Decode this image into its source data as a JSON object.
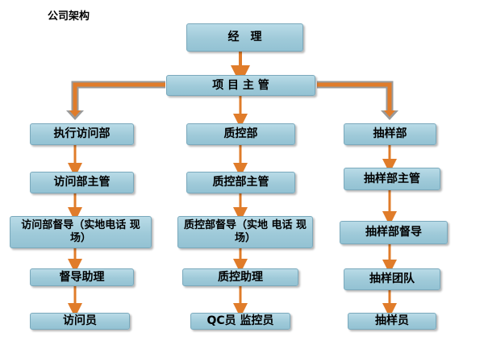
{
  "title": "公司架构",
  "colors": {
    "box_fill": "#a8d1df",
    "box_border": "#7aa9bc",
    "connector": "#e07c2a"
  },
  "nodes": {
    "manager": "经　理",
    "project_supervisor": "项 目 主 管",
    "exec_dept": "执行访问部",
    "qc_dept": "质控部",
    "sampling_dept": "抽样部",
    "exec_supervisor": "访问部主管",
    "qc_supervisor": "质控部主管",
    "sampling_supervisor": "抽样部主管",
    "exec_director": "访问部督导（实地电话 现场）",
    "qc_director": "质控部督导（实地 电话 现场）",
    "sampling_director": "抽样部督导",
    "exec_assistant": "督导助理",
    "qc_assistant": "质控助理",
    "sampling_team": "抽样团队",
    "exec_staff": "访问员",
    "qc_staff": "QC员 监控员",
    "sampling_staff": "抽样员"
  }
}
